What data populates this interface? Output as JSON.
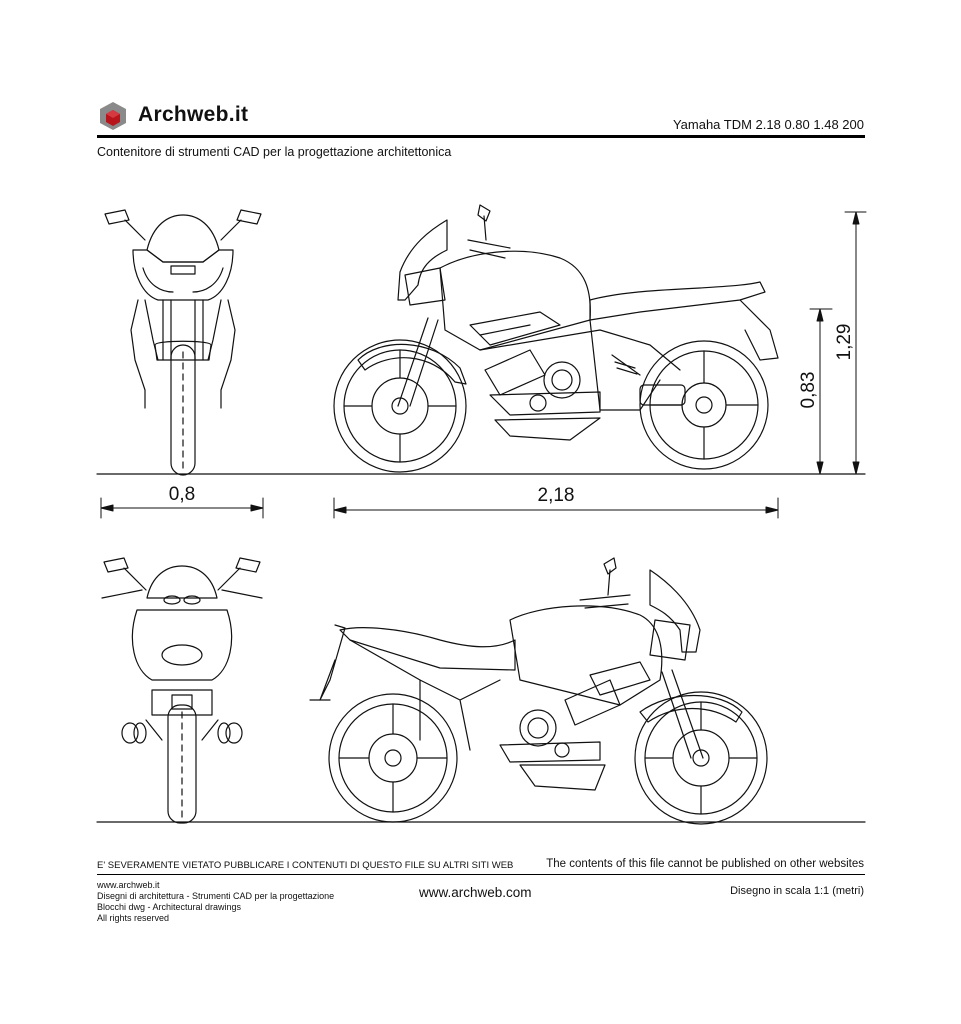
{
  "header": {
    "logo_text": "Archweb.it",
    "drawing_title": "Yamaha TDM 2.18 0.80 1.48 200",
    "subtitle": "Contenitore di strumenti CAD per la progettazione architettonica"
  },
  "dimensions": {
    "width_label": "0,8",
    "length_label": "2,18",
    "seat_height_label": "0,83",
    "total_height_label": "1,29"
  },
  "footer": {
    "warning_it": "E' SEVERAMENTE VIETATO PUBBLICARE I CONTENUTI DI QUESTO FILE SU ALTRI SITI WEB",
    "warning_en": "The contents of this file cannot be published on other websites",
    "credits": [
      "www.archweb.it",
      "Disegni di architettura - Strumenti CAD  per la progettazione",
      "Blocchi dwg - Architectural drawings",
      "All rights reserved"
    ],
    "site": "www.archweb.com",
    "scale_note": "Disegno in scala 1:1 (metri)"
  },
  "colors": {
    "logo_red": "#b8141b",
    "logo_grey": "#8a8a8a",
    "line": "#111111"
  },
  "icons": {
    "logo": "archweb-cube-icon"
  }
}
